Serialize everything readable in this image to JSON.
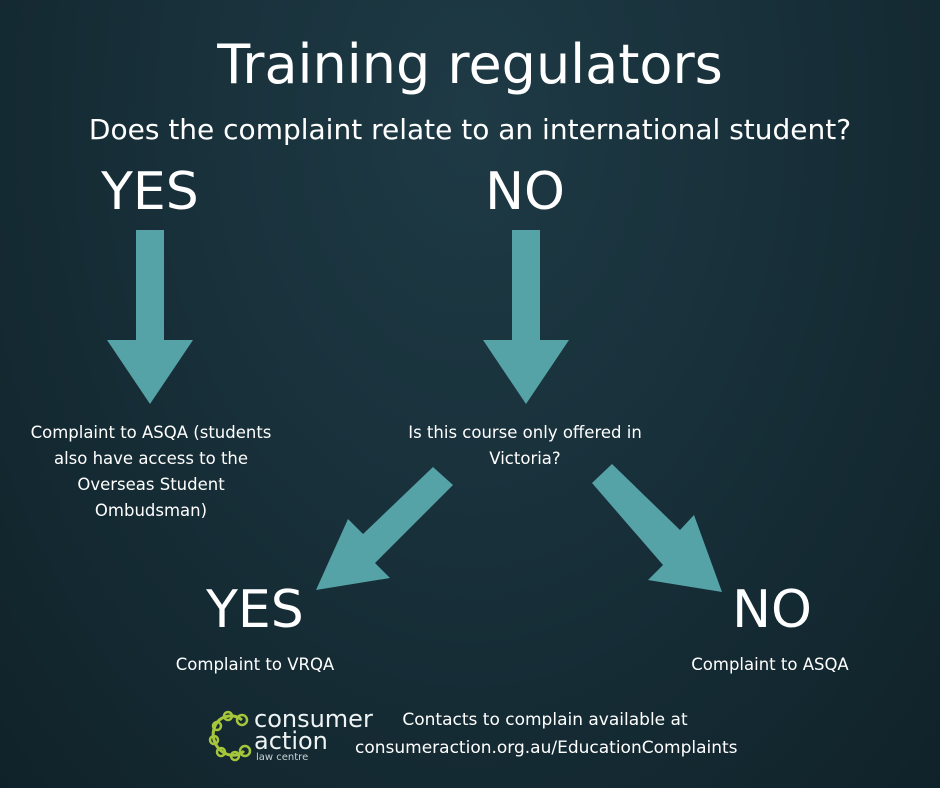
{
  "title": "Training regulators",
  "question": "Does the complaint relate to an international student?",
  "branch_yes_label": "YES",
  "branch_no_label": "NO",
  "yes_outcome": "Complaint to ASQA (students also have access to the Overseas Student Ombudsman)",
  "no_question": "Is this course only offered in Victoria?",
  "sub_yes_label": "YES",
  "sub_no_label": "NO",
  "sub_yes_outcome": "Complaint to VRQA",
  "sub_no_outcome": "Complaint to ASQA",
  "logo": {
    "line1": "consumer",
    "line2": "action",
    "line3": "law centre"
  },
  "contacts": {
    "line1": "Contacts to complain available at",
    "line2": "consumeraction.org.au/EducationComplaints"
  },
  "colors": {
    "arrow": "#55a3a6",
    "logo_green": "#a5c63b"
  }
}
